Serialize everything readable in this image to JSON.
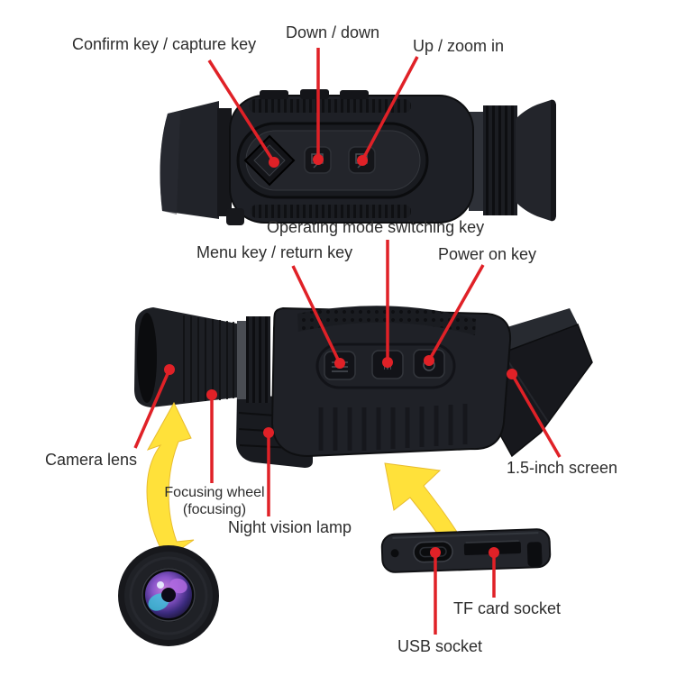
{
  "figure": {
    "type": "annotated-product-diagram",
    "subject": "night vision monocular part callouts"
  },
  "colors": {
    "background": "#ffffff",
    "annotation_line_red": "#e02127",
    "arrow_yellow": "#ffe13a",
    "device_body_dark": "#1e2026",
    "label_text": "#2d2d2d"
  },
  "labels": {
    "confirm_key": "Confirm key / capture key",
    "down_key": "Down / down",
    "up_key": "Up / zoom in",
    "operating_mode_key": "Operating mode switching key",
    "menu_key": "Menu key / return key",
    "power_key": "Power on key",
    "camera_lens": "Camera lens",
    "focusing_wheel_line1": "Focusing wheel",
    "focusing_wheel_line2": "(focusing)",
    "night_vision_lamp": "Night vision lamp",
    "screen": "1.5-inch screen",
    "tf_card_socket": "TF card socket",
    "usb_socket": "USB socket"
  }
}
